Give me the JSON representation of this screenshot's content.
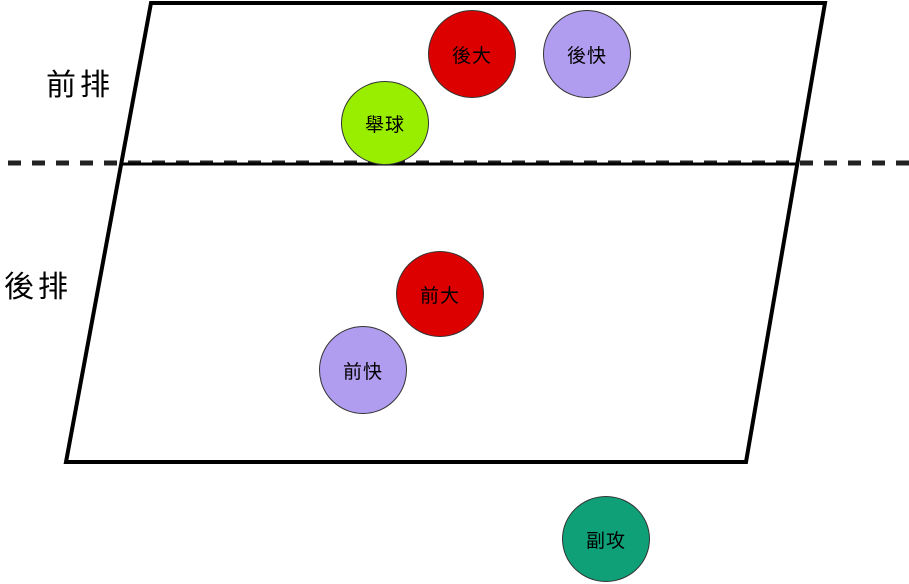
{
  "zones": {
    "front_label": "前排",
    "back_label": "後排"
  },
  "players": {
    "back_big": {
      "label": "後大",
      "color": "#dd0000"
    },
    "back_quick": {
      "label": "後快",
      "color": "#b19df0"
    },
    "setter": {
      "label": "舉球",
      "color": "#99ee00"
    },
    "front_big": {
      "label": "前大",
      "color": "#dd0000"
    },
    "front_quick": {
      "label": "前快",
      "color": "#b19df0"
    },
    "opposite": {
      "label": "副攻",
      "color": "#0fa078"
    }
  }
}
